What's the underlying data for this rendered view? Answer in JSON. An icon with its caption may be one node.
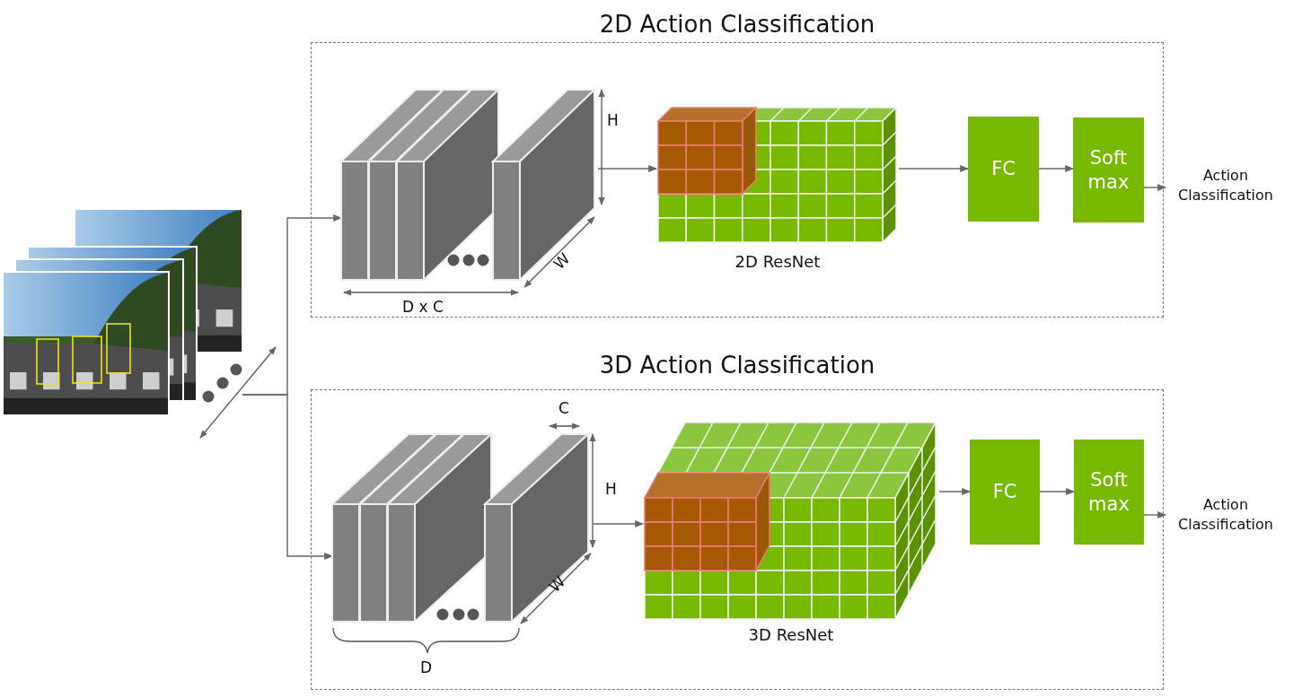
{
  "diagram": {
    "nodes": [
      {
        "text": [
          "2D Action Classification"
        ]
      },
      {
        "text": [
          "3D Action Classification"
        ]
      },
      {
        "text": [],
        "shape": "picture"
      },
      {
        "text": [],
        "shape": "box",
        "in": 0
      },
      {
        "text": [
          "2D ResNet"
        ],
        "in": 0
      },
      {
        "text": [
          "FC"
        ],
        "in": 0
      },
      {
        "text": [
          "Soft max"
        ],
        "in": 0
      },
      {
        "text": [
          "Action Classification"
        ]
      },
      {
        "text": [],
        "shape": "box",
        "in": 1
      },
      {
        "text": [
          "3D ResNet"
        ],
        "in": 1
      },
      {
        "text": [
          "FC"
        ],
        "in": 1
      },
      {
        "text": [
          "Soft max"
        ],
        "in": 1
      },
      {
        "text": [
          "Action Classification"
        ]
      }
    ],
    "edges": [
      {
        "from": 2,
        "to": 3,
        "arrow": "to"
      },
      {
        "from": 2,
        "to": 8,
        "arrow": "to"
      },
      {
        "from": 3,
        "to": 4,
        "arrow": "to"
      },
      {
        "from": 4,
        "to": 5,
        "arrow": "to"
      },
      {
        "from": 5,
        "to": 6,
        "arrow": "to"
      },
      {
        "from": 6,
        "to": 7,
        "arrow": "to"
      },
      {
        "from": 8,
        "to": 9,
        "arrow": "to"
      },
      {
        "from": 9,
        "to": 10,
        "arrow": "to"
      },
      {
        "from": 10,
        "to": 11,
        "arrow": "to"
      },
      {
        "from": 11,
        "to": 12,
        "arrow": "to"
      }
    ],
    "labels": [
      "H",
      "W",
      "D x C",
      "C",
      "H",
      "W",
      "D"
    ]
  }
}
